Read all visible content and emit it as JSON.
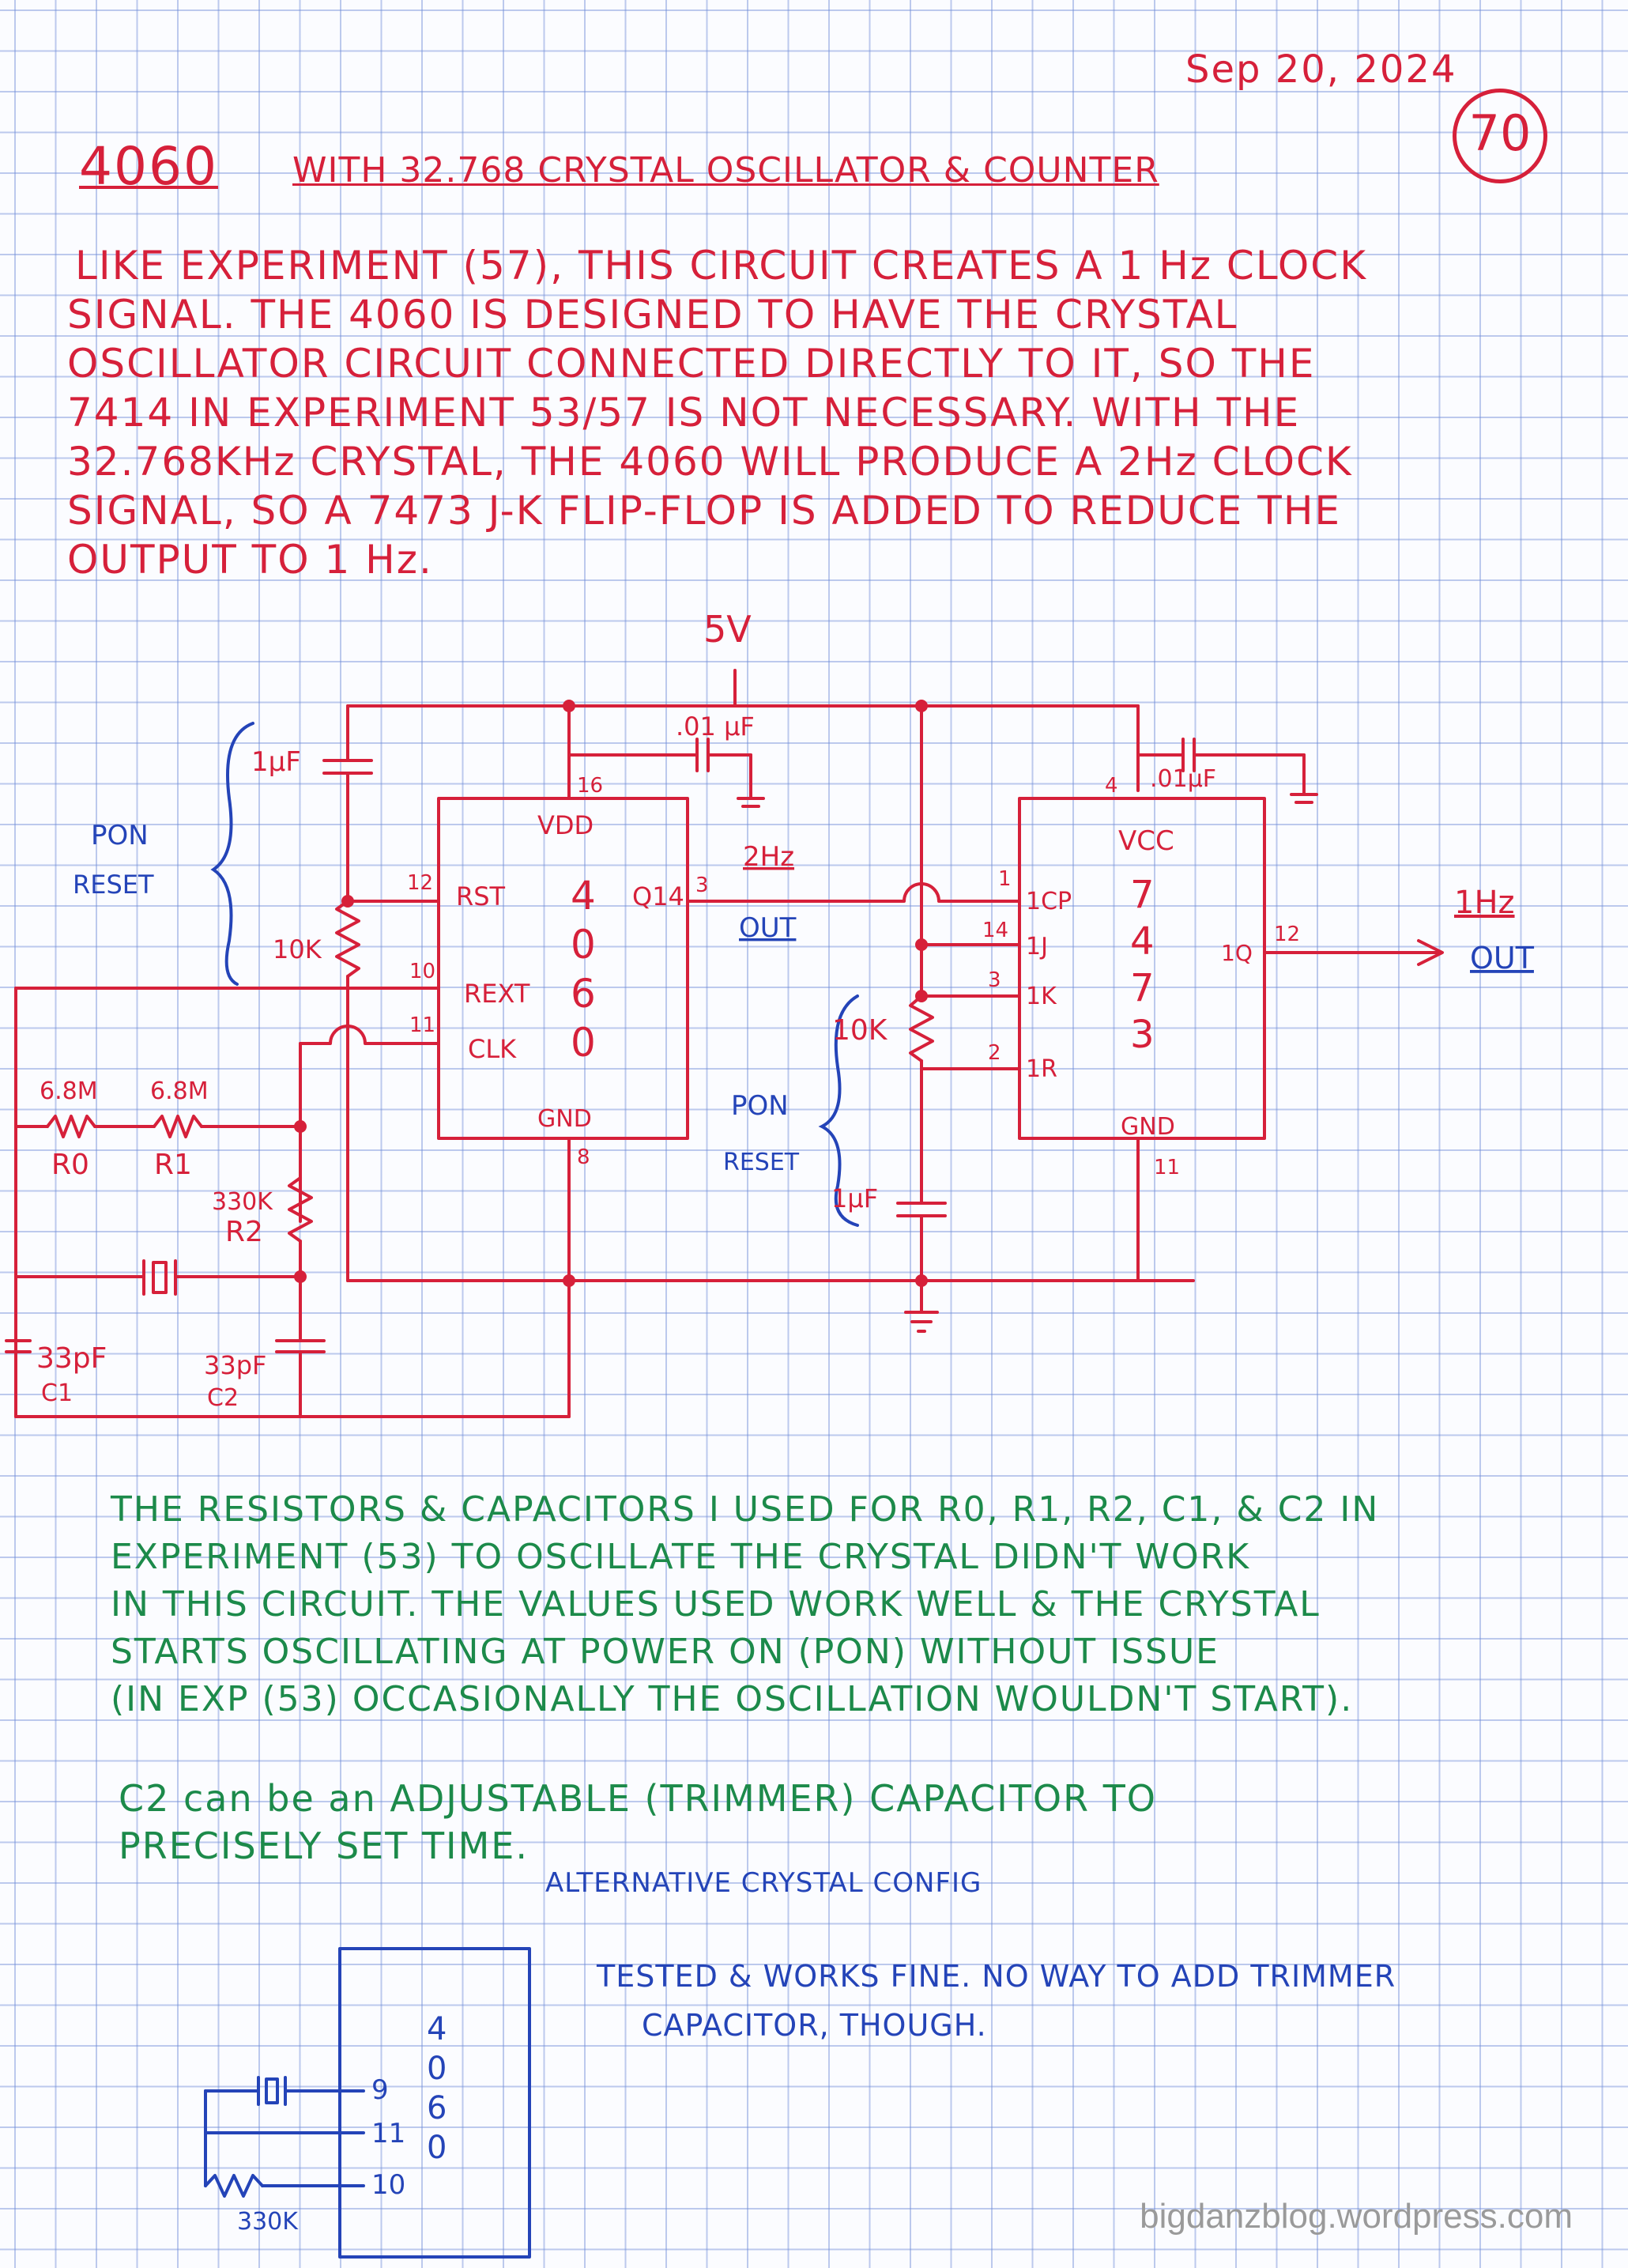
{
  "header": {
    "date": "Sep 20, 2024",
    "page_number": "70",
    "title_part": "4060",
    "title_rest": "WITH 32.768 CRYSTAL OSCILLATOR & COUNTER"
  },
  "intro_lines": [
    "LIKE EXPERIMENT (57), THIS CIRCUIT CREATES A 1 Hz CLOCK",
    "SIGNAL. THE 4060 IS DESIGNED TO HAVE THE CRYSTAL",
    "OSCILLATOR CIRCUIT CONNECTED DIRECTLY TO IT, SO THE",
    "7414 IN EXPERIMENT 53/57 IS NOT NECESSARY. WITH THE",
    "32.768KHz CRYSTAL, THE 4060 WILL PRODUCE A 2Hz CLOCK",
    "SIGNAL, SO A 7473 J-K FLIP-FLOP IS ADDED TO REDUCE THE",
    "OUTPUT TO 1 Hz."
  ],
  "schematic": {
    "supply": "5V",
    "cap_1uf_top": "1µF",
    "cap_01uf_a": ".01 µF",
    "cap_01uf_b": ".01µF",
    "pon_reset_left": [
      "PON",
      "RESET"
    ],
    "pon_reset_right": [
      "PON",
      "RESET"
    ],
    "resistor_10k_a": "10K",
    "resistor_10k_b": "10K",
    "cap_1uf_bottom": "1µF",
    "r0_value": "6.8M",
    "r0_name": "R0",
    "r1_value": "6.8M",
    "r1_name": "R1",
    "r2_value": "330K",
    "r2_name": "R2",
    "c1_value": "33pF",
    "c1_name": "C1",
    "c2_value": "33pF",
    "c2_name": "C2",
    "ic1": {
      "name": [
        "4",
        "0",
        "6",
        "0"
      ],
      "vdd": "VDD",
      "vdd_pin": "16",
      "rst": "RST",
      "rst_pin": "12",
      "rext": "REXT",
      "rext_pin": "10",
      "clk": "CLK",
      "clk_pin": "11",
      "q14": "Q14",
      "q14_pin": "3",
      "gnd": "GND",
      "gnd_pin": "8"
    },
    "out_2hz": "2Hz",
    "out_2hz_label": "OUT",
    "ic2": {
      "name": [
        "7",
        "4",
        "7",
        "3"
      ],
      "vcc": "VCC",
      "vcc_pin": "4",
      "cp": "1CP",
      "cp_pin": "1",
      "j": "1J",
      "j_pin": "14",
      "k": "1K",
      "k_pin": "3",
      "r": "1R",
      "r_pin": "2",
      "q": "1Q",
      "q_pin": "12",
      "gnd": "GND",
      "gnd_pin": "11"
    },
    "out_1hz": "1Hz",
    "out_1hz_label": "OUT"
  },
  "green_notes": [
    "THE RESISTORS & CAPACITORS I USED FOR R0, R1, R2, C1, & C2 IN",
    "EXPERIMENT (53) TO OSCILLATE THE CRYSTAL DIDN'T WORK",
    "IN THIS CIRCUIT. THE VALUES USED WORK WELL & THE CRYSTAL",
    "STARTS OSCILLATING AT POWER ON (PON) WITHOUT ISSUE",
    "(IN EXP (53) OCCASIONALLY THE OSCILLATION WOULDN'T START)."
  ],
  "trimmer_note": [
    "C2 can be an ADJUSTABLE (TRIMMER) CAPACITOR TO",
    "PRECISELY SET TIME."
  ],
  "alt_config": {
    "title": "ALTERNATIVE CRYSTAL CONFIG",
    "chip": [
      "4",
      "0",
      "6",
      "0"
    ],
    "pin_9": "9",
    "pin_11": "11",
    "pin_10": "10",
    "resistor": "330K",
    "note": [
      "TESTED & WORKS FINE. NO WAY TO ADD TRIMMER",
      "CAPACITOR, THOUGH."
    ]
  },
  "watermark": "bigdanzblog.wordpress.com",
  "colors": {
    "red_ink": "#d6203a",
    "green_ink": "#1c8a4a",
    "blue_ink": "#2444b8",
    "grid": "#8ca5e0"
  }
}
